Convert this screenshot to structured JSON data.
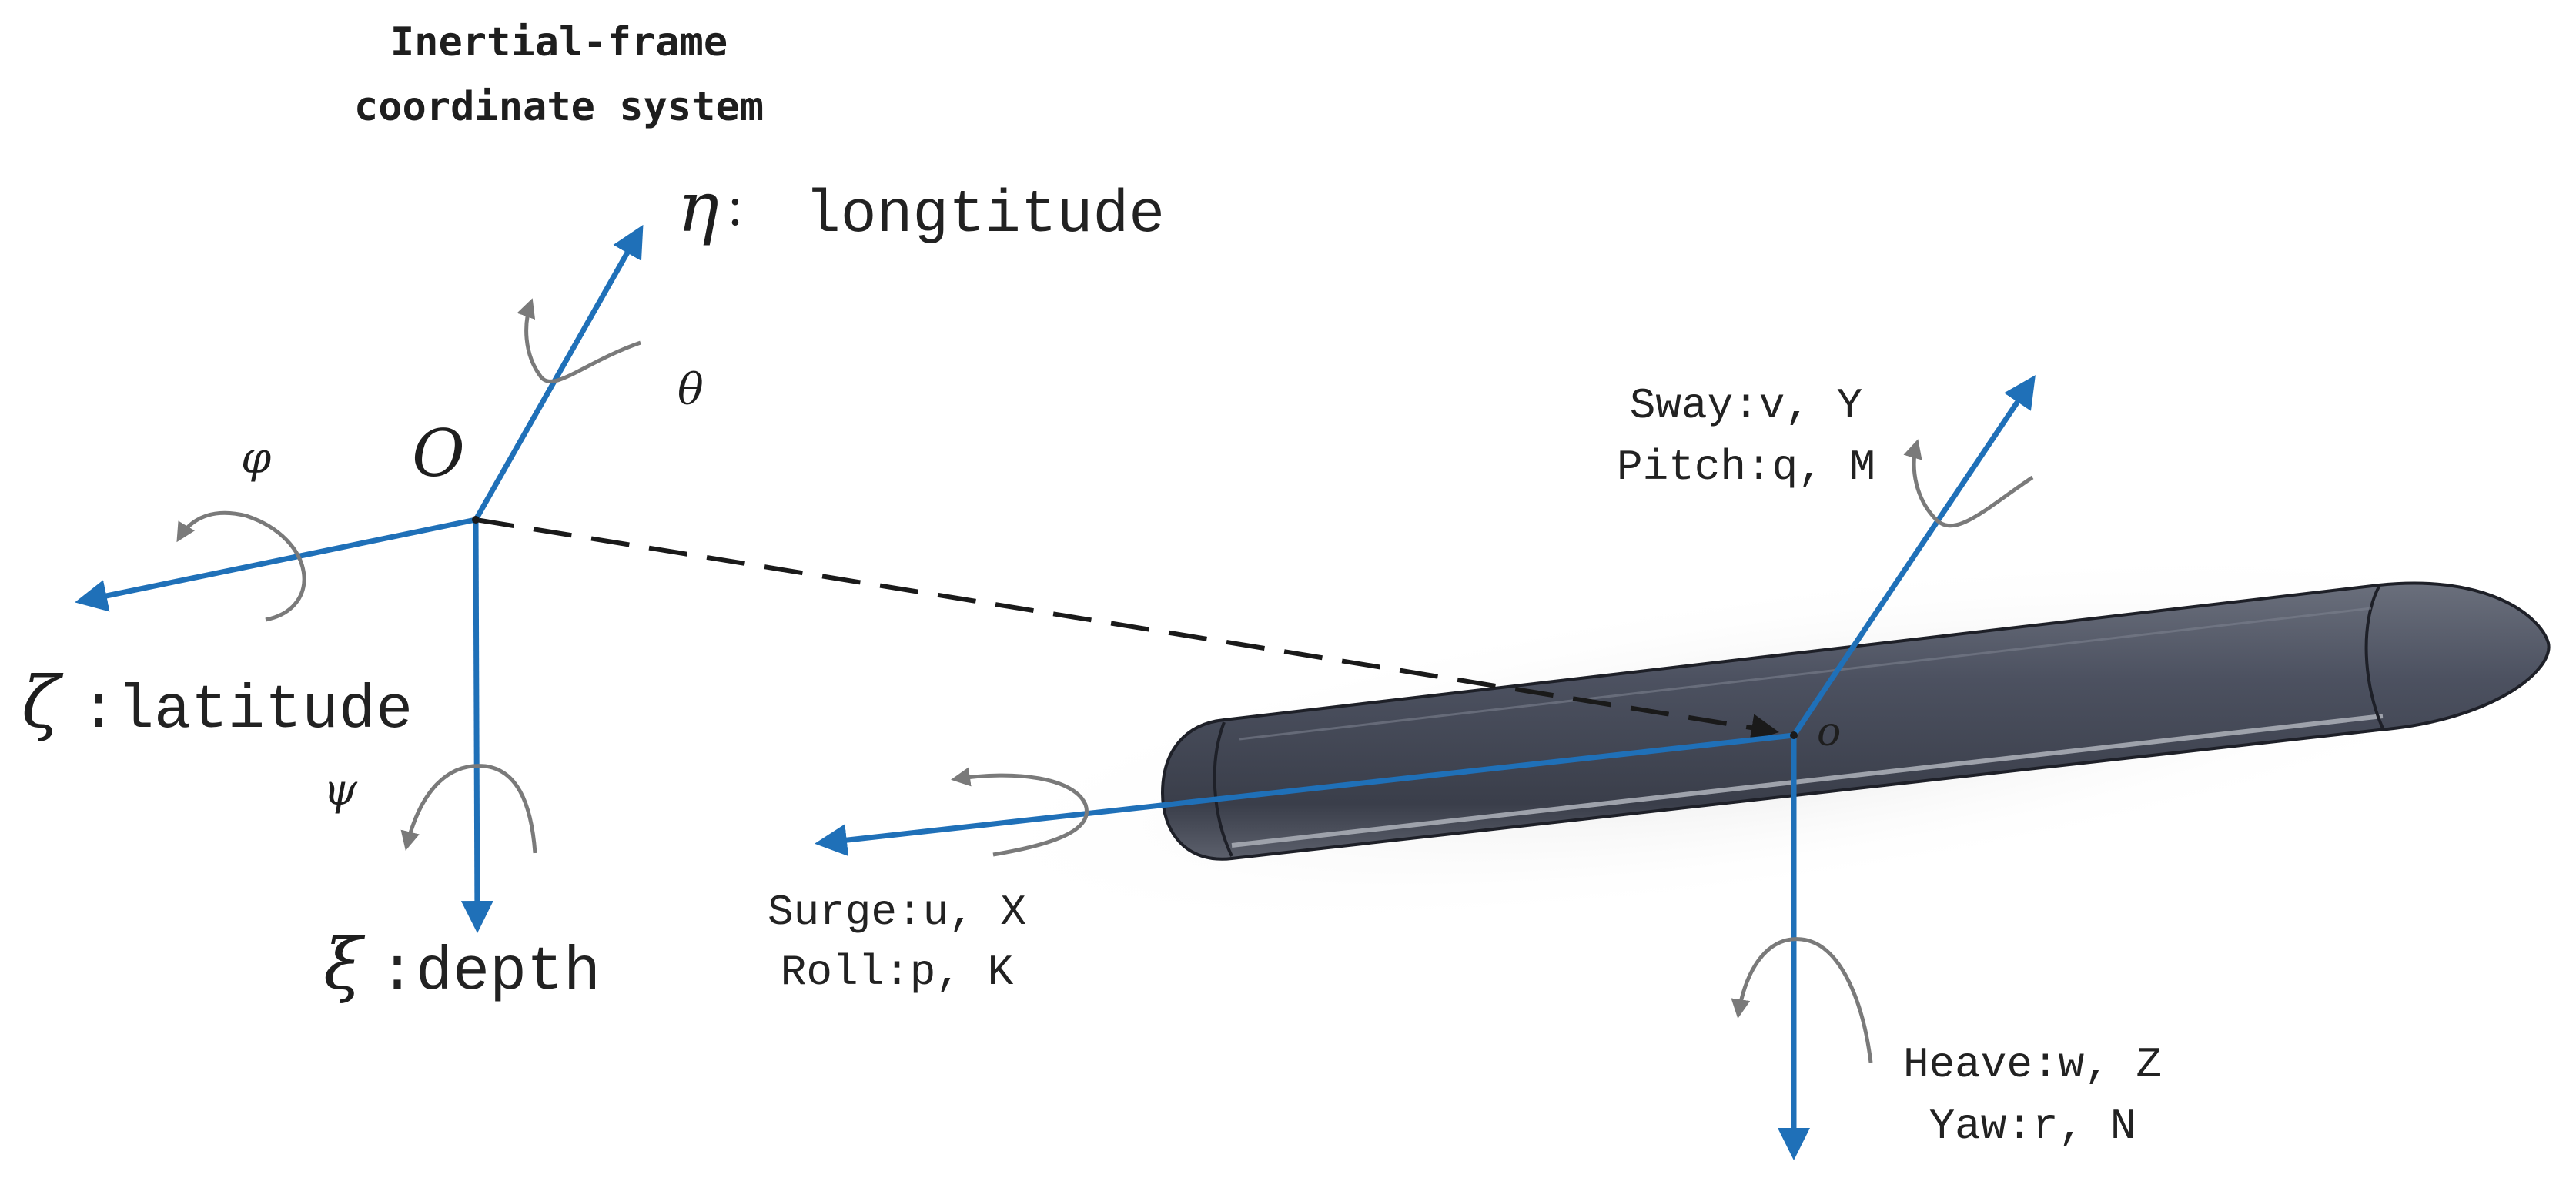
{
  "title": {
    "line1": "Inertial-frame",
    "line2": "coordinate system"
  },
  "inertial": {
    "origin_label": "O",
    "eta_symbol": "η",
    "eta_sep": ":",
    "eta_text": "longtitude",
    "zeta_symbol": "ζ",
    "zeta_text": ":latitude",
    "xi_symbol": "ξ",
    "xi_text": ":depth",
    "phi": "φ",
    "theta": "θ",
    "psi": "ψ"
  },
  "body": {
    "origin_label": "o",
    "sway_text": "Sway:v, Y",
    "pitch_text": "Pitch:q,  M",
    "surge_text": "Surge:u, X",
    "roll_text": "Roll:p, K",
    "heave_text": "Heave:w, Z",
    "yaw_text": "Yaw:r, N"
  },
  "colors": {
    "axis": "#1f70b8",
    "rotation": "#7a7a7a",
    "dashed_link": "#1a1a1a",
    "vehicle_body": "#4a4f5c"
  }
}
